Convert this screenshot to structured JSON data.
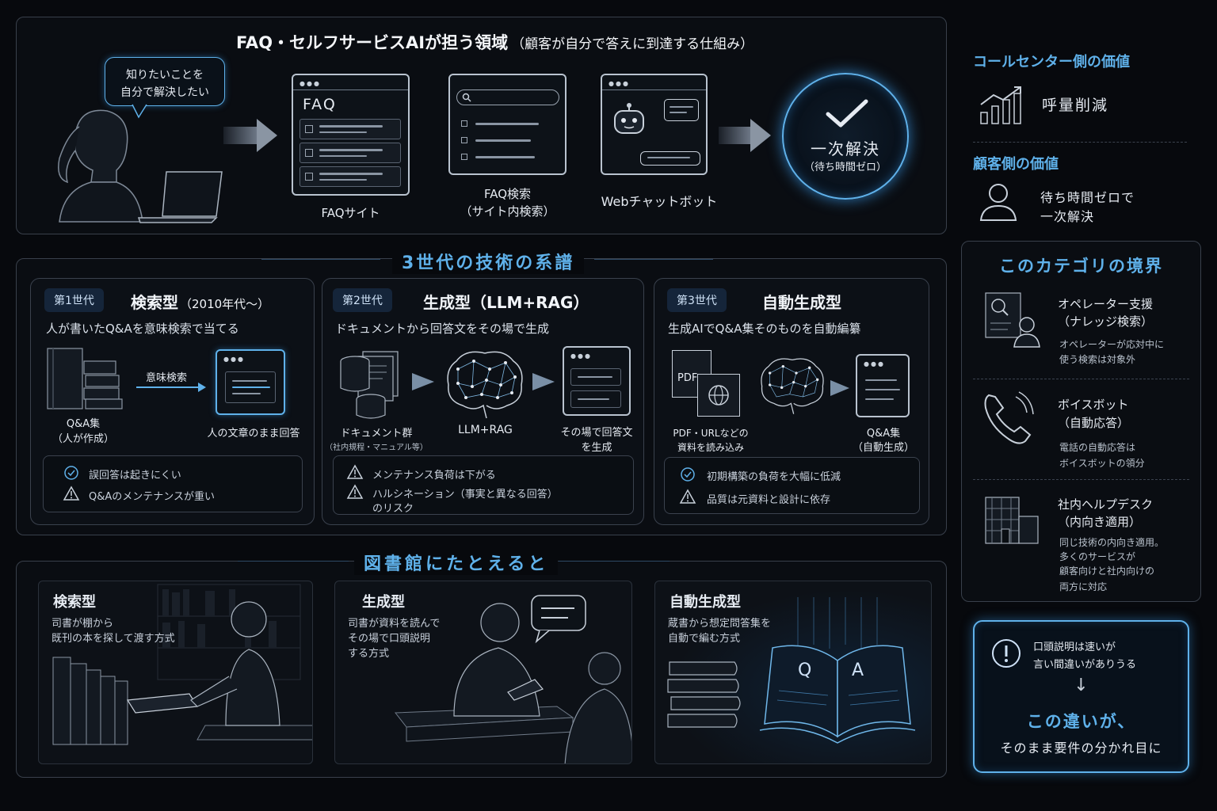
{
  "top": {
    "title": "FAQ・セルフサービスAIが担う領域",
    "title_sub": "（顧客が自分で答えに到達する仕組み）",
    "bubble_line1": "知りたいことを",
    "bubble_line2": "自分で解決したい",
    "faq_window_label": "FAQ",
    "faq_site_label": "FAQサイト",
    "faq_search_label1": "FAQ検索",
    "faq_search_label2": "（サイト内検索）",
    "chatbot_label": "Webチャットボット",
    "resolve_label": "一次解決",
    "resolve_sub": "（待ち時間ゼロ）"
  },
  "values": {
    "callcenter_title": "コールセンター側の価値",
    "callcenter_item": "呼量削減",
    "customer_title": "顧客側の価値",
    "customer_line1": "待ち時間ゼロで",
    "customer_line2": "一次解決"
  },
  "generations": {
    "section_title": "3世代の技術の系譜",
    "g1": {
      "badge": "第1世代",
      "title": "検索型",
      "era": "（2010年代〜）",
      "desc": "人が書いたQ&Aを意味検索で当てる",
      "books_label1": "Q&A集",
      "books_label2": "（人が作成）",
      "arrow_label": "意味検索",
      "answer_label": "人の文章のまま回答",
      "pro": "誤回答は起きにくい",
      "con": "Q&Aのメンテナンスが重い"
    },
    "g2": {
      "badge": "第2世代",
      "title": "生成型（LLM+RAG）",
      "desc": "ドキュメントから回答文をその場で生成",
      "docs_label1": "ドキュメント群",
      "docs_label2": "（社内規程・マニュアル等）",
      "brain_label": "LLM+RAG",
      "out_label1": "その場で回答文",
      "out_label2": "を生成",
      "pro": "メンテナンス負荷は下がる",
      "con1": "ハルシネーション（事実と異なる回答）",
      "con2": "のリスク"
    },
    "g3": {
      "badge": "第3世代",
      "title": "自動生成型",
      "desc": "生成AIでQ&A集そのものを自動編纂",
      "pdf_tag": "PDF",
      "src_label1": "PDF・URLなどの",
      "src_label2": "資料を読み込み",
      "out_label1": "Q&A集",
      "out_label2": "（自動生成）",
      "pro": "初期構築の負荷を大幅に低減",
      "con": "品質は元資料と設計に依存"
    }
  },
  "boundary": {
    "title": "このカテゴリの境界",
    "items": [
      {
        "title1": "オペレーター支援",
        "title2": "（ナレッジ検索）",
        "note1": "オペレーターが応対中に",
        "note2": "使う検索は対象外"
      },
      {
        "title1": "ボイスボット",
        "title2": "（自動応答）",
        "note1": "電話の自動応答は",
        "note2": "ボイスボットの領分"
      },
      {
        "title1": "社内ヘルプデスク",
        "title2": "（内向き適用）",
        "note1": "同じ技術の内向き適用。",
        "note2": "多くのサービスが",
        "note3": "顧客向けと社内向けの",
        "note4": "両方に対応"
      }
    ]
  },
  "library": {
    "section_title": "図書館にたとえると",
    "p1": {
      "title": "検索型",
      "line1": "司書が棚から",
      "line2": "既刊の本を探して渡す方式"
    },
    "p2": {
      "title": "生成型",
      "line1": "司書が資料を読んで",
      "line2": "その場で口頭説明",
      "line3": "する方式"
    },
    "p3": {
      "title": "自動生成型",
      "line1": "蔵書から想定問答集を",
      "line2": "自動で編む方式",
      "q": "Q",
      "a": "A"
    }
  },
  "note": {
    "line1": "口頭説明は速いが",
    "line2": "言い間違いがありうる",
    "arrow": "↓",
    "big": "この違いが、",
    "line3": "そのまま要件の分かれ目に"
  },
  "colors": {
    "accent": "#5fb1ea",
    "bg": "#07090d",
    "panel_border": "#39404b"
  }
}
